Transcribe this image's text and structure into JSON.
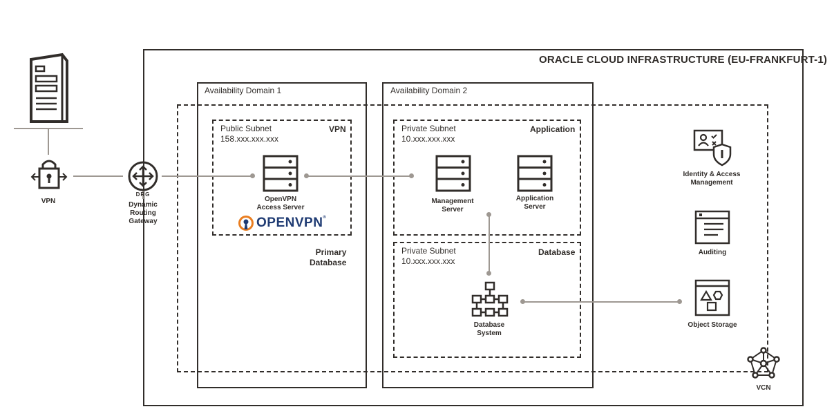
{
  "oci_title": "ORACLE CLOUD INFRASTRUCTURE (EU-FRANKFURT-1)",
  "ad1": {
    "title": "Availability Domain 1"
  },
  "ad2": {
    "title": "Availability Domain 2"
  },
  "public_subnet": {
    "name": "Public Subnet",
    "cidr": "158.xxx.xxx.xxx",
    "tag": "VPN"
  },
  "app_subnet": {
    "name": "Private Subnet",
    "cidr": "10.xxx.xxx.xxx",
    "tag": "Application"
  },
  "db_subnet": {
    "name": "Private Subnet",
    "cidr": "10.xxx.xxx.xxx",
    "tag": "Database"
  },
  "primary_db": {
    "line1": "Primary",
    "line2": "Database"
  },
  "vpn": {
    "label": "VPN"
  },
  "drg": {
    "badge": "DRG",
    "line1": "Dynamic",
    "line2": "Routing",
    "line3": "Gateway"
  },
  "openvpn_server": {
    "line1": "OpenVPN",
    "line2": "Access Server"
  },
  "openvpn_logo": {
    "text": "OPENVPN",
    "mark": "®"
  },
  "management_server": {
    "line1": "Management",
    "line2": "Server"
  },
  "application_server": {
    "line1": "Application",
    "line2": "Server"
  },
  "database_system": {
    "line1": "Database",
    "line2": "System"
  },
  "iam": {
    "line1": "Identity & Access",
    "line2": "Management"
  },
  "auditing": {
    "label": "Auditing"
  },
  "object_storage": {
    "label": "Object Storage"
  },
  "vcn": {
    "label": "VCN"
  },
  "colors": {
    "stroke": "#312d2a",
    "connector": "#9e9892",
    "openvpn_orange": "#ea7e20",
    "openvpn_navy": "#1f3b73"
  },
  "icons": [
    "on-premises-server-icon",
    "vpn-lock-icon",
    "drg-router-icon",
    "server-icon",
    "database-system-icon",
    "iam-icon",
    "auditing-icon",
    "object-storage-icon",
    "vcn-icon",
    "openvpn-logo-icon"
  ]
}
